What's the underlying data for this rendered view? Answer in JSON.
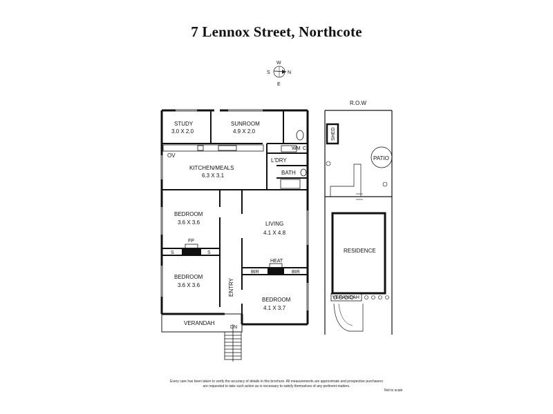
{
  "title": "7 Lennox Street, Northcote",
  "compass": {
    "n": "N",
    "s": "S",
    "e": "E",
    "w": "W"
  },
  "rooms": {
    "study": {
      "name": "STUDY",
      "dims": "3.0 X 2.0"
    },
    "sunroom": {
      "name": "SUNROOM",
      "dims": "4.9 X 2.0"
    },
    "kitchen": {
      "name": "KITCHEN/MEALS",
      "dims": "6.3 X 3.1"
    },
    "bedroom1": {
      "name": "BEDROOM",
      "dims": "3.6 X 3.6"
    },
    "bedroom2": {
      "name": "BEDROOM",
      "dims": "3.6 X 3.6"
    },
    "living": {
      "name": "LIVING",
      "dims": "4.1 X 4.8"
    },
    "bedroom3": {
      "name": "BEDROOM",
      "dims": "4.1 X 3.7"
    },
    "ldry": "L'DRY",
    "bath": "BATH",
    "wm": "WM",
    "c": "C",
    "ov": "OV",
    "fp": "FP",
    "heat": "HEAT",
    "s_left": "S",
    "s_right": "S",
    "bir_left": "BIR",
    "bir_right": "BIR",
    "entry": "ENTRY",
    "verandah": "VERANDAH",
    "dn": "DN"
  },
  "site": {
    "row": "R.O.W",
    "shed": "SHED",
    "patio": "PATIO",
    "residence": "RESIDENCE",
    "verandah": "VERANDAH"
  },
  "disclaimer_line1": "Every care has been taken to verify the accuracy of details in this brochure. All measurements are approximate and prospective purchasers",
  "disclaimer_line2": "are requested to take such action as is necessary to satisfy themselves of any pertinent matters.",
  "not_to_scale": "Not to scale"
}
